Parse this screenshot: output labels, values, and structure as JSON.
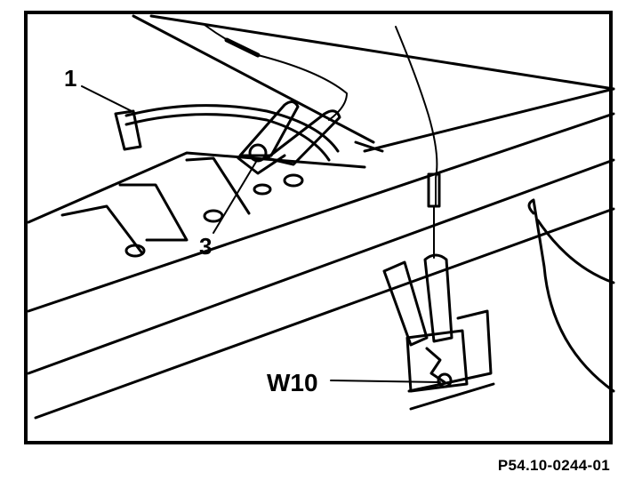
{
  "figure": {
    "callouts": {
      "label_1": "1",
      "label_3": "3",
      "label_w10": "W10"
    },
    "reference_code": "P54.10-0244-01",
    "colors": {
      "line": "#000000",
      "background": "#ffffff"
    }
  }
}
